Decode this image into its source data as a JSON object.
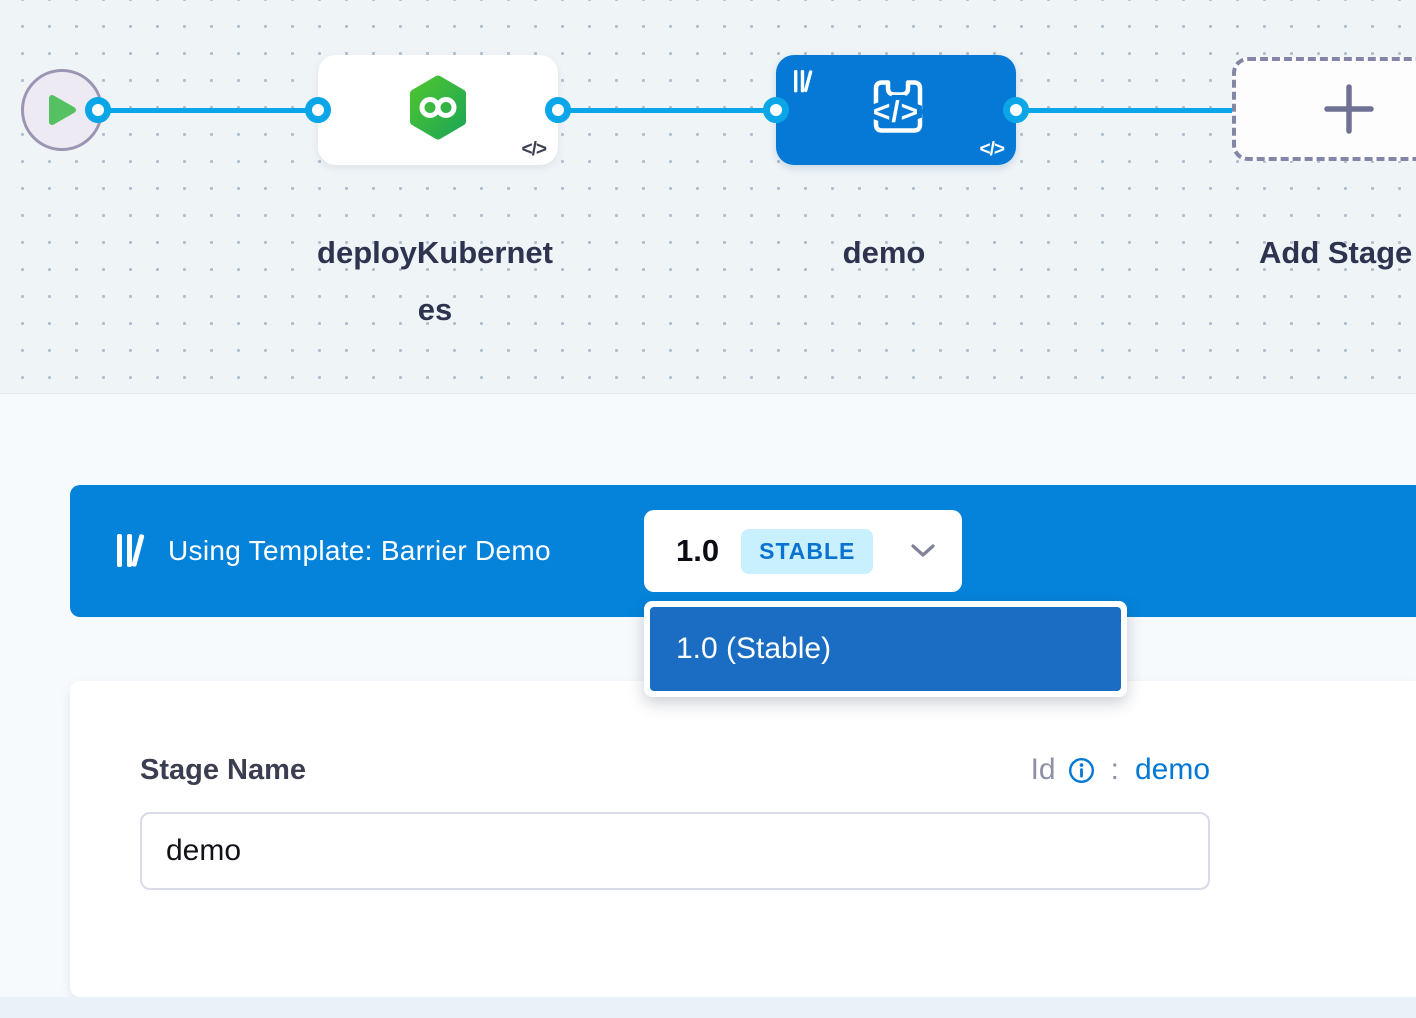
{
  "colors": {
    "primary_blue": "#0278d5",
    "banner_blue": "#0583da",
    "dropdown_item_blue": "#1b6cc3",
    "connector_blue": "#0ba6e8",
    "stage_green_top": "#4ec431",
    "stage_green_bottom": "#1ea754",
    "stable_badge_bg": "#c9f0fe"
  },
  "canvas": {
    "stages": [
      {
        "name": "deployKubernetes",
        "type": "deploy",
        "icon": "infinity-hexagon-icon"
      },
      {
        "name": "demo",
        "type": "custom-template",
        "icon": "custom-stage-code-icon"
      }
    ],
    "add_stage_label": "Add Stage",
    "icons": {
      "start": "play-icon",
      "code_glyph": "</>",
      "library": "template-library-icon"
    }
  },
  "template_banner": {
    "label": "Using Template: Barrier Demo",
    "version_selector": {
      "version": "1.0",
      "badge": "STABLE"
    },
    "dropdown": {
      "items": [
        {
          "label": "1.0 (Stable)",
          "selected": true
        }
      ]
    }
  },
  "stage_form": {
    "name_label": "Stage Name",
    "id_label": "Id",
    "id_separator": ":",
    "id_value": "demo",
    "name_value": "demo"
  }
}
